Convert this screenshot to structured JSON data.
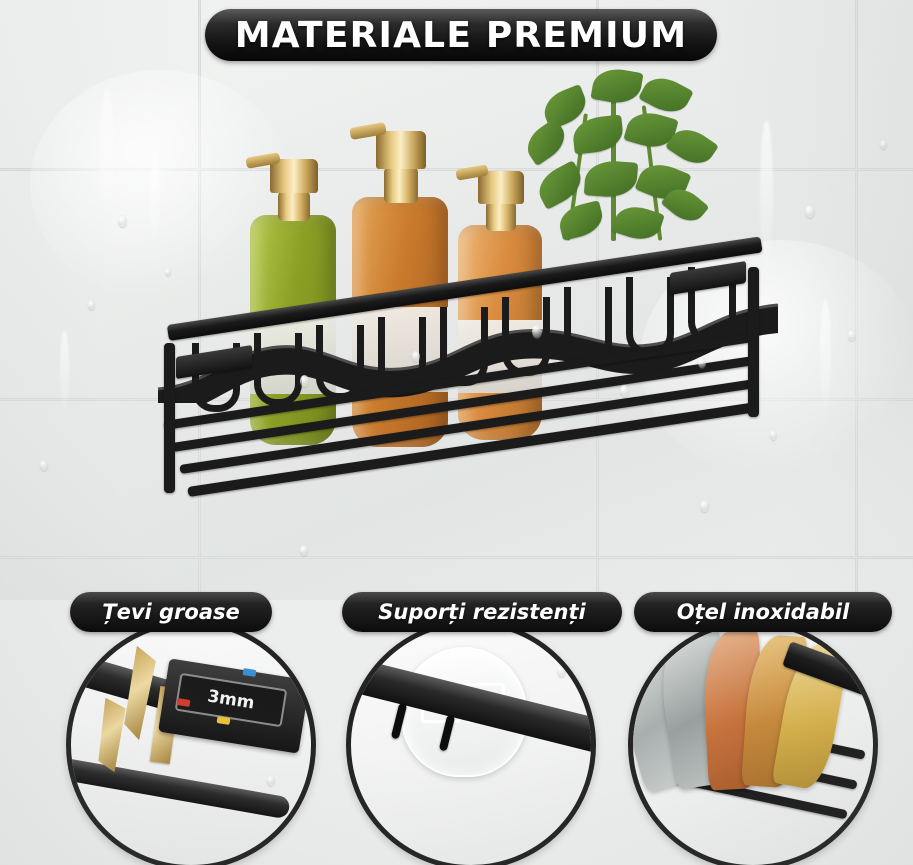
{
  "page": {
    "language": "ro",
    "background_color": "#eceeed",
    "accent_dark": "#151515",
    "product": "wall-mounted bathroom shelf"
  },
  "banner": {
    "title": "MATERIALE PREMIUM",
    "background_color": "#151515",
    "text_color": "#ffffff"
  },
  "hero": {
    "scene_description": "black stainless steel shower shelf mounted on white tile wall with water droplets",
    "bottles": [
      {
        "name": "bottle-green",
        "liquid_color": "#9aad2e",
        "pump_color": "#e7c981"
      },
      {
        "name": "bottle-amber",
        "liquid_color": "#c97a2c",
        "pump_color": "#e7c981"
      },
      {
        "name": "bottle-orange",
        "liquid_color": "#d98b3e",
        "pump_color": "#e7c981"
      }
    ],
    "plant": {
      "name": "green-plant",
      "leaf_color": "#5d8a33"
    },
    "shelf_color": "#1b1b1b"
  },
  "features": [
    {
      "id": "thick-tubes",
      "label": "Țevi groase",
      "inset_name": "caliper-measuring-tube",
      "measurement": "3mm",
      "caliper_buttons": [
        "#d33b2c",
        "#e8c33a",
        "#3b8fd3"
      ],
      "jaw_color": "#e0c37f"
    },
    {
      "id": "strong-supports",
      "label": "Suporți rezistenți",
      "inset_name": "adhesive-wall-mount",
      "measurement": "",
      "caliper_buttons": [],
      "jaw_color": ""
    },
    {
      "id": "stainless-steel",
      "label": "Oțel inoxidabil",
      "inset_name": "steel-layers-cutaway",
      "measurement": "",
      "caliper_buttons": [],
      "jaw_color": ""
    }
  ],
  "steel_layers": [
    {
      "name": "layer-silver",
      "color": "#c9cdcc"
    },
    {
      "name": "layer-chrome",
      "color": "#aeb4b3"
    },
    {
      "name": "layer-copper",
      "color": "#c9743c"
    },
    {
      "name": "layer-bronze",
      "color": "#c98a3a"
    },
    {
      "name": "layer-gold",
      "color": "#d9b24a"
    }
  ]
}
